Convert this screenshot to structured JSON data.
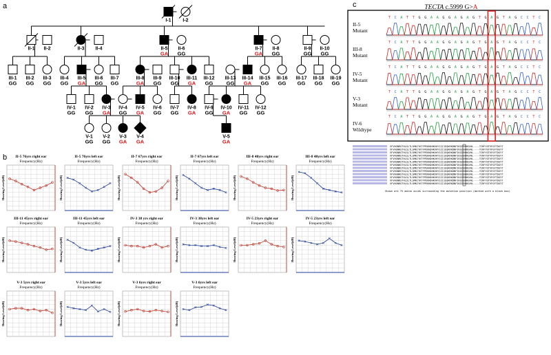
{
  "panels": {
    "a": "a",
    "b": "b",
    "c": "c"
  },
  "pedigree": {
    "individuals": [
      {
        "id": "I-1",
        "sex": "M",
        "affected": true,
        "deceased": true,
        "gt": ""
      },
      {
        "id": "I-2",
        "sex": "F",
        "affected": false,
        "deceased": true,
        "gt": ""
      },
      {
        "id": "II-1",
        "sex": "M",
        "affected": false,
        "deceased": true,
        "gt": ""
      },
      {
        "id": "II-2",
        "sex": "M",
        "affected": false,
        "deceased": false,
        "gt": ""
      },
      {
        "id": "II-3",
        "sex": "F",
        "affected": true,
        "deceased": true,
        "gt": ""
      },
      {
        "id": "II-4",
        "sex": "M",
        "affected": false,
        "deceased": false,
        "gt": ""
      },
      {
        "id": "II-5",
        "sex": "M",
        "affected": true,
        "deceased": false,
        "gt": "GA"
      },
      {
        "id": "II-6",
        "sex": "F",
        "affected": false,
        "deceased": false,
        "gt": "GG"
      },
      {
        "id": "II-7",
        "sex": "M",
        "affected": true,
        "deceased": false,
        "gt": "GA"
      },
      {
        "id": "II-8",
        "sex": "F",
        "affected": false,
        "deceased": false,
        "gt": "GG"
      },
      {
        "id": "II-9",
        "sex": "M",
        "affected": false,
        "deceased": false,
        "gt": "GG"
      },
      {
        "id": "II-10",
        "sex": "F",
        "affected": false,
        "deceased": false,
        "gt": "GG"
      },
      {
        "id": "III-1",
        "sex": "M",
        "affected": false,
        "deceased": false,
        "gt": "GG"
      },
      {
        "id": "III-2",
        "sex": "M",
        "affected": false,
        "deceased": false,
        "gt": "GG"
      },
      {
        "id": "III-3",
        "sex": "F",
        "affected": false,
        "deceased": false,
        "gt": "GG"
      },
      {
        "id": "III-4",
        "sex": "F",
        "affected": false,
        "deceased": false,
        "gt": "GG"
      },
      {
        "id": "III-5",
        "sex": "M",
        "affected": true,
        "deceased": false,
        "gt": "GA"
      },
      {
        "id": "III-6",
        "sex": "F",
        "affected": false,
        "deceased": false,
        "gt": "GG"
      },
      {
        "id": "III-7",
        "sex": "M",
        "affected": false,
        "deceased": false,
        "gt": "GG"
      },
      {
        "id": "III-8",
        "sex": "F",
        "affected": true,
        "deceased": false,
        "gt": "GA"
      },
      {
        "id": "III-9",
        "sex": "M",
        "affected": false,
        "deceased": false,
        "gt": "GG"
      },
      {
        "id": "III-10",
        "sex": "M",
        "affected": false,
        "deceased": false,
        "gt": "GG"
      },
      {
        "id": "III-11",
        "sex": "F",
        "affected": true,
        "deceased": false,
        "gt": "GA"
      },
      {
        "id": "III-12",
        "sex": "M",
        "affected": false,
        "deceased": false,
        "gt": "GG"
      },
      {
        "id": "III-13",
        "sex": "F",
        "affected": false,
        "deceased": false,
        "gt": "GG"
      },
      {
        "id": "III-14",
        "sex": "M",
        "affected": true,
        "deceased": false,
        "gt": "GA"
      },
      {
        "id": "III-15",
        "sex": "F",
        "affected": false,
        "deceased": false,
        "gt": "GG"
      },
      {
        "id": "III-16",
        "sex": "F",
        "affected": false,
        "deceased": false,
        "gt": "GG"
      },
      {
        "id": "III-17",
        "sex": "F",
        "affected": false,
        "deceased": false,
        "gt": "GG"
      },
      {
        "id": "III-18",
        "sex": "M",
        "affected": false,
        "deceased": false,
        "gt": "GG"
      },
      {
        "id": "III-19",
        "sex": "F",
        "affected": false,
        "deceased": false,
        "gt": "GG"
      },
      {
        "id": "IV-1",
        "sex": "M",
        "affected": false,
        "deceased": false,
        "gt": "GG"
      },
      {
        "id": "IV-2",
        "sex": "M",
        "affected": false,
        "deceased": false,
        "gt": "GG"
      },
      {
        "id": "IV-3",
        "sex": "F",
        "affected": true,
        "deceased": false,
        "gt": "GA"
      },
      {
        "id": "IV-4",
        "sex": "F",
        "affected": false,
        "deceased": false,
        "gt": "GG"
      },
      {
        "id": "IV-5",
        "sex": "M",
        "affected": true,
        "deceased": false,
        "gt": "GA"
      },
      {
        "id": "IV-6",
        "sex": "F",
        "affected": false,
        "deceased": false,
        "gt": "GG"
      },
      {
        "id": "IV-7",
        "sex": "M",
        "affected": false,
        "deceased": false,
        "gt": "GG"
      },
      {
        "id": "IV-8",
        "sex": "F",
        "affected": true,
        "deceased": false,
        "gt": "GA"
      },
      {
        "id": "IV-9",
        "sex": "M",
        "affected": false,
        "deceased": false,
        "gt": "GG"
      },
      {
        "id": "IV-10",
        "sex": "F",
        "affected": true,
        "deceased": false,
        "gt": "GA"
      },
      {
        "id": "IV-11",
        "sex": "M",
        "affected": false,
        "deceased": false,
        "gt": "GG"
      },
      {
        "id": "IV-12",
        "sex": "F",
        "affected": false,
        "deceased": false,
        "gt": "GG"
      },
      {
        "id": "V-1",
        "sex": "F",
        "affected": false,
        "deceased": false,
        "gt": "GG"
      },
      {
        "id": "V-2",
        "sex": "F",
        "affected": false,
        "deceased": false,
        "gt": "GG"
      },
      {
        "id": "V-3",
        "sex": "F",
        "affected": true,
        "deceased": false,
        "gt": "GA"
      },
      {
        "id": "V-4",
        "sex": "U",
        "affected": true,
        "deceased": false,
        "gt": "GA"
      },
      {
        "id": "V-5",
        "sex": "M",
        "affected": true,
        "deceased": false,
        "gt": "GA"
      }
    ]
  },
  "audiograms": {
    "y_axis_label": "Hearing Level(dB)",
    "x_axis_label": "Frequency(Hz)",
    "items": [
      {
        "title": "II-5  76yrs right ear",
        "ear": "right",
        "levels": [
          30,
          35,
          42,
          48,
          55,
          50,
          45,
          38
        ]
      },
      {
        "title": "II-5  76yrs left  ear",
        "ear": "left",
        "levels": [
          28,
          32,
          40,
          50,
          58,
          55,
          48,
          40
        ]
      },
      {
        "title": "II-7  67yrs right  ear",
        "ear": "right",
        "levels": [
          20,
          28,
          38,
          52,
          60,
          58,
          50,
          35
        ]
      },
      {
        "title": "II-7  67yrs left  ear",
        "ear": "left",
        "levels": [
          22,
          30,
          40,
          50,
          55,
          52,
          55,
          60
        ]
      },
      {
        "title": "III-8  48yrs right ear",
        "ear": "right",
        "levels": [
          25,
          30,
          38,
          45,
          50,
          52,
          56,
          55
        ]
      },
      {
        "title": "III-8  48yrs left ear",
        "ear": "left",
        "levels": [
          15,
          18,
          28,
          40,
          52,
          55,
          58,
          60
        ]
      },
      {
        "title": "III-11  45yrs right ear",
        "ear": "right",
        "levels": [
          30,
          32,
          35,
          38,
          42,
          45,
          50,
          48
        ]
      },
      {
        "title": "III-11  45yrs left ear",
        "ear": "left",
        "levels": [
          28,
          35,
          45,
          50,
          52,
          48,
          45,
          42
        ]
      },
      {
        "title": "IV-3   38 yrs right ear",
        "ear": "right",
        "levels": [
          40,
          42,
          42,
          45,
          42,
          38,
          45,
          42
        ]
      },
      {
        "title": "IV-3  38yrs left ear",
        "ear": "left",
        "levels": [
          38,
          40,
          40,
          42,
          42,
          40,
          44,
          46
        ]
      },
      {
        "title": "IV-5  23yrs right ear",
        "ear": "right",
        "levels": [
          40,
          40,
          38,
          36,
          30,
          38,
          42,
          44
        ]
      },
      {
        "title": "IV-5  23yrs left ear",
        "ear": "left",
        "levels": [
          30,
          32,
          35,
          38,
          35,
          25,
          35,
          40
        ]
      },
      {
        "title": "V-3  5yrs right ear",
        "ear": "right",
        "levels": [
          40,
          38,
          38,
          42,
          40,
          44,
          42,
          48
        ]
      },
      {
        "title": "V-3   5yrs left  ear",
        "ear": "left",
        "levels": [
          35,
          38,
          40,
          42,
          32,
          45,
          40,
          46
        ]
      },
      {
        "title": "V-3  6yrs right ear",
        "ear": "right",
        "levels": [
          45,
          42,
          40,
          44,
          45,
          42,
          44,
          46
        ]
      },
      {
        "title": "V-3  6yrs left ear",
        "ear": "left",
        "levels": [
          40,
          42,
          36,
          35,
          30,
          32,
          38,
          42
        ]
      }
    ],
    "colors": {
      "right": "#c0392b",
      "left": "#1f3e9c"
    }
  },
  "sequencing": {
    "title_gene": "TECTA",
    "title_variant": " c.5999 G>",
    "title_alt": "A",
    "sequence": "TCATTGGAAGGAGAGTGAGTAGCCTC",
    "tracks": [
      {
        "label": [
          "II-5",
          "Mutant"
        ]
      },
      {
        "label": [
          "III-8",
          "Mutant"
        ]
      },
      {
        "label": [
          "IV-5",
          "Mutant"
        ]
      },
      {
        "label": [
          "V-3",
          "Mutant"
        ]
      },
      {
        "label": [
          "IV-6",
          "Wildtype"
        ]
      }
    ],
    "alignment_rows": [
      "VFVHGNRSTHLSLTLSMKCYKTFPEKHDHKVHY1II1EQKRKDNFIKGIEHNGVHL----TCRFYGTVFGFTDGYT",
      "VFVHGNRSTHLSLTLSMKCYKTFPEKHDHKVHY1II1EQKRKDNFIKGIEHNGVHL----TCRFYGTVFGFTDGYT",
      "VFVHGNRSTHLSLTLSMKCYKTFPEKHDHKVHY1II1EQKRKDNFIKGIEHNGVHL----TCRFYGTVFGFTDGYT",
      "VFVHGNRSTHLSLTLSMKCYKTFPEKHDHKVHY1II1EQKRKDNFIKGIEHNGVHL----TCRFYGTVFGFTDGYT",
      "VFVHGNRSTHLSLTLSMKCYKTFPEKHDHKVHY1II1EQKRKDNFIKGIEHNGVHL----TCRFYGTVFGFTDGYT",
      "VFVHGNRSTHLSLTLSMKCYKTFPEKHDHKVHY1II1EQKRKDNFIKGIEHNGVHL----TCRFYGTVFGFTDGYT",
      "VFVHGNRSTHLSLTLSMKCYKTFPEKHDHKVHY1II1EQKRKDNFIKGIEHNGVHL----TCRFYGTVFGFTDGYT",
      "VFVHGNRSTHLSLTLSMKCYKTFPEKHDHKVHY1II1EQKRKDNFIKGIEHNGVHL----TCRFYGTVFGFTDGYT",
      "VFVHGNRSTHLSLTLSMKCYKTFPEKHDHKVHY1II1EQKRKDNFIKGIEHNGVHL----TCRFYGTVFGFTDGYT",
      "VFVHGNRSTHLSLTLSMKCYKTFPEKHDHKVHY1II1EQKRKDNFIKGIEHNGVHL----TCRFYGTVFGFTDGYT",
      "VFVHGNRSTHLSLTLSMKCYKTFPEKHDHKVHY1II1EQKRKDNFIKGIEHNGVHL----TCRFYGTVFGFTDGYT",
      "VFVHGNRSTHLSLTLSMKCYKTFPEKHDHKVHY1II1EQKRKDNFIKGIEHNGVHL----TCRFYGTVFGFTDGYT",
      "VFVHGNRSTHLSLTLSMKCYKTFPEKHDHKVHY1II1EQKRKDNFIKGIEHNGVHL----TCRFYGTVFGFTDGYT"
    ],
    "caption": "Shown are 75 amino acids surrounding the mutation position (marked with a black box)",
    "colors": {
      "A": "#1a9e3a",
      "C": "#2f5fd0",
      "G": "#111111",
      "T": "#d42020",
      "highlight": "#e02020"
    }
  }
}
